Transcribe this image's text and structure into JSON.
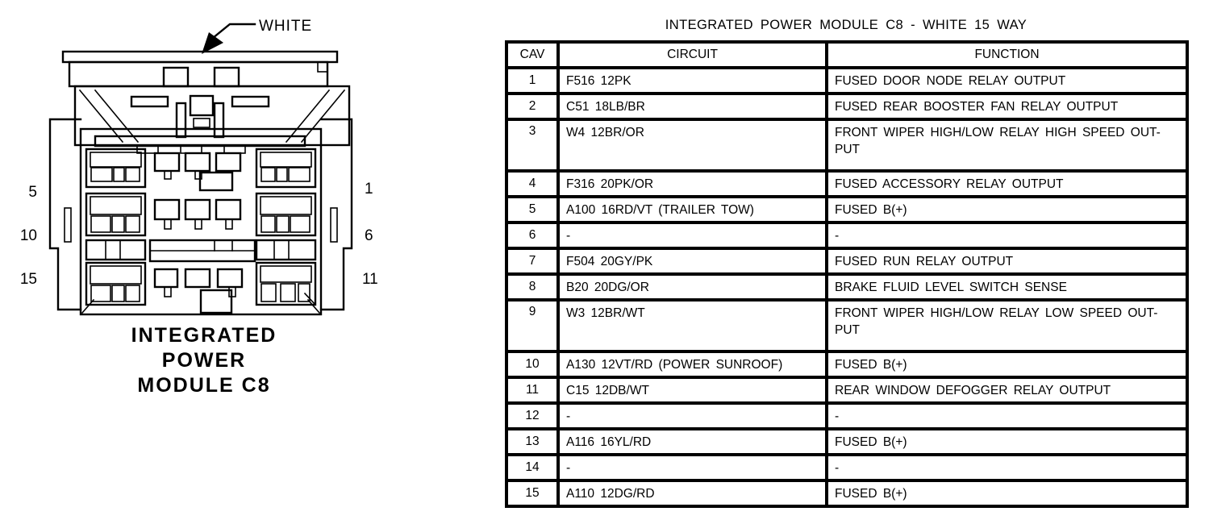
{
  "page": {
    "background": "#ffffff",
    "ink": "#000000"
  },
  "diagram": {
    "connector_color_label": "WHITE",
    "caption_lines": [
      "INTEGRATED",
      "POWER",
      "MODULE C8"
    ],
    "pins_left": [
      "5",
      "10",
      "15"
    ],
    "pins_right": [
      "1",
      "6",
      "11"
    ]
  },
  "table": {
    "title": "INTEGRATED POWER MODULE C8 - WHITE 15 WAY",
    "columns": [
      "CAV",
      "CIRCUIT",
      "FUNCTION"
    ],
    "rows": [
      {
        "cav": "1",
        "circuit": "F516 12PK",
        "function": "FUSED DOOR NODE RELAY OUTPUT"
      },
      {
        "cav": "2",
        "circuit": "C51 18LB/BR",
        "function": "FUSED REAR BOOSTER FAN RELAY OUTPUT"
      },
      {
        "cav": "3",
        "circuit": "W4 12BR/OR",
        "function": "FRONT WIPER HIGH/LOW RELAY HIGH SPEED OUT-\nPUT"
      },
      {
        "cav": "4",
        "circuit": "F316 20PK/OR",
        "function": "FUSED ACCESSORY RELAY OUTPUT"
      },
      {
        "cav": "5",
        "circuit": "A100 16RD/VT (TRAILER TOW)",
        "function": "FUSED B(+)"
      },
      {
        "cav": "6",
        "circuit": "-",
        "function": "-"
      },
      {
        "cav": "7",
        "circuit": "F504 20GY/PK",
        "function": "FUSED RUN RELAY OUTPUT"
      },
      {
        "cav": "8",
        "circuit": "B20 20DG/OR",
        "function": "BRAKE FLUID LEVEL SWITCH SENSE"
      },
      {
        "cav": "9",
        "circuit": "W3 12BR/WT",
        "function": "FRONT WIPER HIGH/LOW RELAY LOW SPEED OUT-\nPUT"
      },
      {
        "cav": "10",
        "circuit": "A130 12VT/RD (POWER SUNROOF)",
        "function": "FUSED B(+)"
      },
      {
        "cav": "11",
        "circuit": "C15 12DB/WT",
        "function": "REAR WINDOW DEFOGGER RELAY OUTPUT"
      },
      {
        "cav": "12",
        "circuit": "-",
        "function": "-"
      },
      {
        "cav": "13",
        "circuit": "A116 16YL/RD",
        "function": "FUSED B(+)"
      },
      {
        "cav": "14",
        "circuit": "-",
        "function": "-"
      },
      {
        "cav": "15",
        "circuit": "A110 12DG/RD",
        "function": "FUSED B(+)"
      }
    ]
  }
}
